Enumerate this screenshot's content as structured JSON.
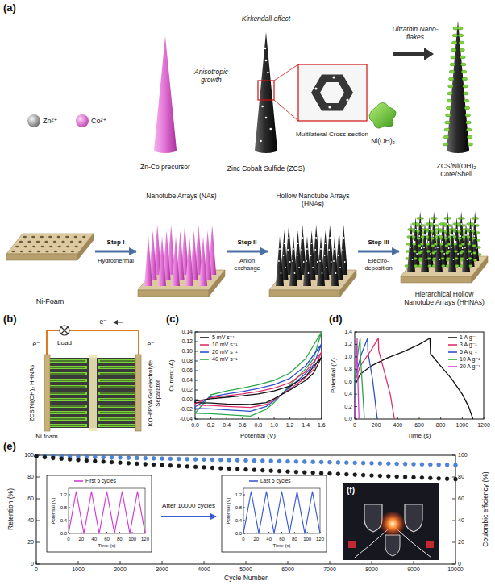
{
  "diagram": {
    "nodes": [
      {
        "text": [
          "Ni-Foam"
        ]
      },
      {
        "text": [
          "Nanotube Arrays (NAs)"
        ]
      },
      {
        "text": [
          "Hollow Nanotube Arrays (HNAs)"
        ]
      },
      {
        "text": [
          "Hierarchical Hollow Nanotube Arrays (HHNAs)"
        ]
      }
    ],
    "edges": [
      {
        "from": 0,
        "to": 1,
        "arrow": "to",
        "label": "Step I"
      },
      {
        "from": 1,
        "to": 2,
        "arrow": "to",
        "label": "Step II"
      },
      {
        "from": 2,
        "to": 3,
        "arrow": "to",
        "label": "Step III"
      }
    ],
    "labels": [
      "(a)",
      "Zn²⁺",
      "Co²⁺",
      "Anisotropic growth",
      "Zn-Co precursor",
      "Kirkendall effect",
      "Zinc Cobalt Sulfide (ZCS)",
      "Multilateral Cross-section",
      "Ultrathin Nano-flakes",
      "Ni(OH)₂",
      "ZCS/Ni(OH)₂ Core/Shell",
      "Hydrothermal",
      "Anion exchange",
      "Electro-deposition",
      "(b)",
      "Load",
      "e⁻",
      "e⁻",
      "e⁻",
      "Ni foam",
      "ZCS/Ni(OH)₂ HHNAs",
      "KOH/PVA Gel electrolyte Separator",
      "(c)",
      "Current (A)",
      "Potential (V)",
      "0.0",
      "0.2",
      "0.4",
      "0.6",
      "0.8",
      "1.0",
      "1.2",
      "1.4",
      "1.6",
      "-0.04",
      "-0.02",
      "0.00",
      "0.02",
      "0.04",
      "0.06",
      "0.08",
      "0.10",
      "0.12",
      "0.14",
      "(d)",
      "Potential (V)",
      "Time (s)",
      "0",
      "200",
      "400",
      "600",
      "800",
      "1000",
      "1200",
      "0.0",
      "0.2",
      "0.4",
      "0.6",
      "0.8",
      "1.0",
      "1.2",
      "1.4",
      "(e)",
      "Retention (%)",
      "Coulombic efficiency (%)",
      "Cycle Number",
      "0",
      "1000",
      "2000",
      "3000",
      "4000",
      "5000",
      "6000",
      "7000",
      "8000",
      "9000",
      "10000",
      "0",
      "20",
      "40",
      "60",
      "80",
      "100",
      "0",
      "20",
      "40",
      "60",
      "80",
      "100",
      "After 10000 cycles",
      "Potential (V)",
      "Time (s)",
      "0.0",
      "0.4",
      "0.8",
      "1.2",
      "0",
      "20",
      "40",
      "60",
      "80",
      "100",
      "120",
      "Potential (V)",
      "Time (s)",
      "0.0",
      "0.4",
      "0.8",
      "1.2",
      "0",
      "20",
      "40",
      "60",
      "80",
      "100",
      "120",
      "(f)"
    ],
    "legend": [
      {
        "text": "5 mV s⁻¹"
      },
      {
        "text": "10 mV s⁻¹"
      },
      {
        "text": "20 mV s⁻¹"
      },
      {
        "text": "40 mV s⁻¹"
      },
      {
        "text": "1 A g⁻¹"
      },
      {
        "text": "3 A g⁻¹"
      },
      {
        "text": "5 A g⁻¹"
      },
      {
        "text": "10 A g⁻¹"
      },
      {
        "text": "20 A g⁻¹"
      },
      {
        "text": "First 5 cycles"
      },
      {
        "text": "Last 5 cycles"
      }
    ]
  }
}
